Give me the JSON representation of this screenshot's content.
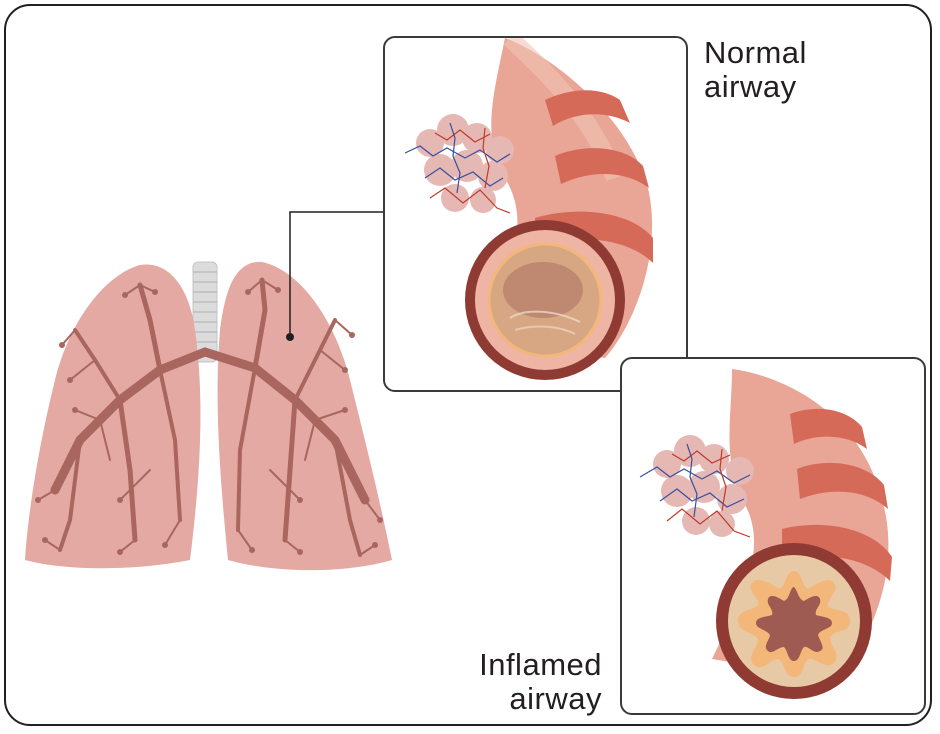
{
  "labels": {
    "normal": [
      "Normal",
      "airway"
    ],
    "inflamed": [
      "Inflamed",
      "airway"
    ]
  },
  "colors": {
    "border": "#231f20",
    "lung_fill": "#e4a9a3",
    "lung_tree": "#a86a63",
    "trachea": "#d9d9d9",
    "airway_outer": "#e8a08f",
    "airway_band": "#d46a58",
    "airway_wall": "#8f3a33",
    "lumen": "#e7c9a6",
    "lumen_ring": "#f4b77a",
    "alveoli_fill": "#e6b8b4",
    "vessel_blue": "#3a4fa0",
    "vessel_red": "#c0392b"
  }
}
